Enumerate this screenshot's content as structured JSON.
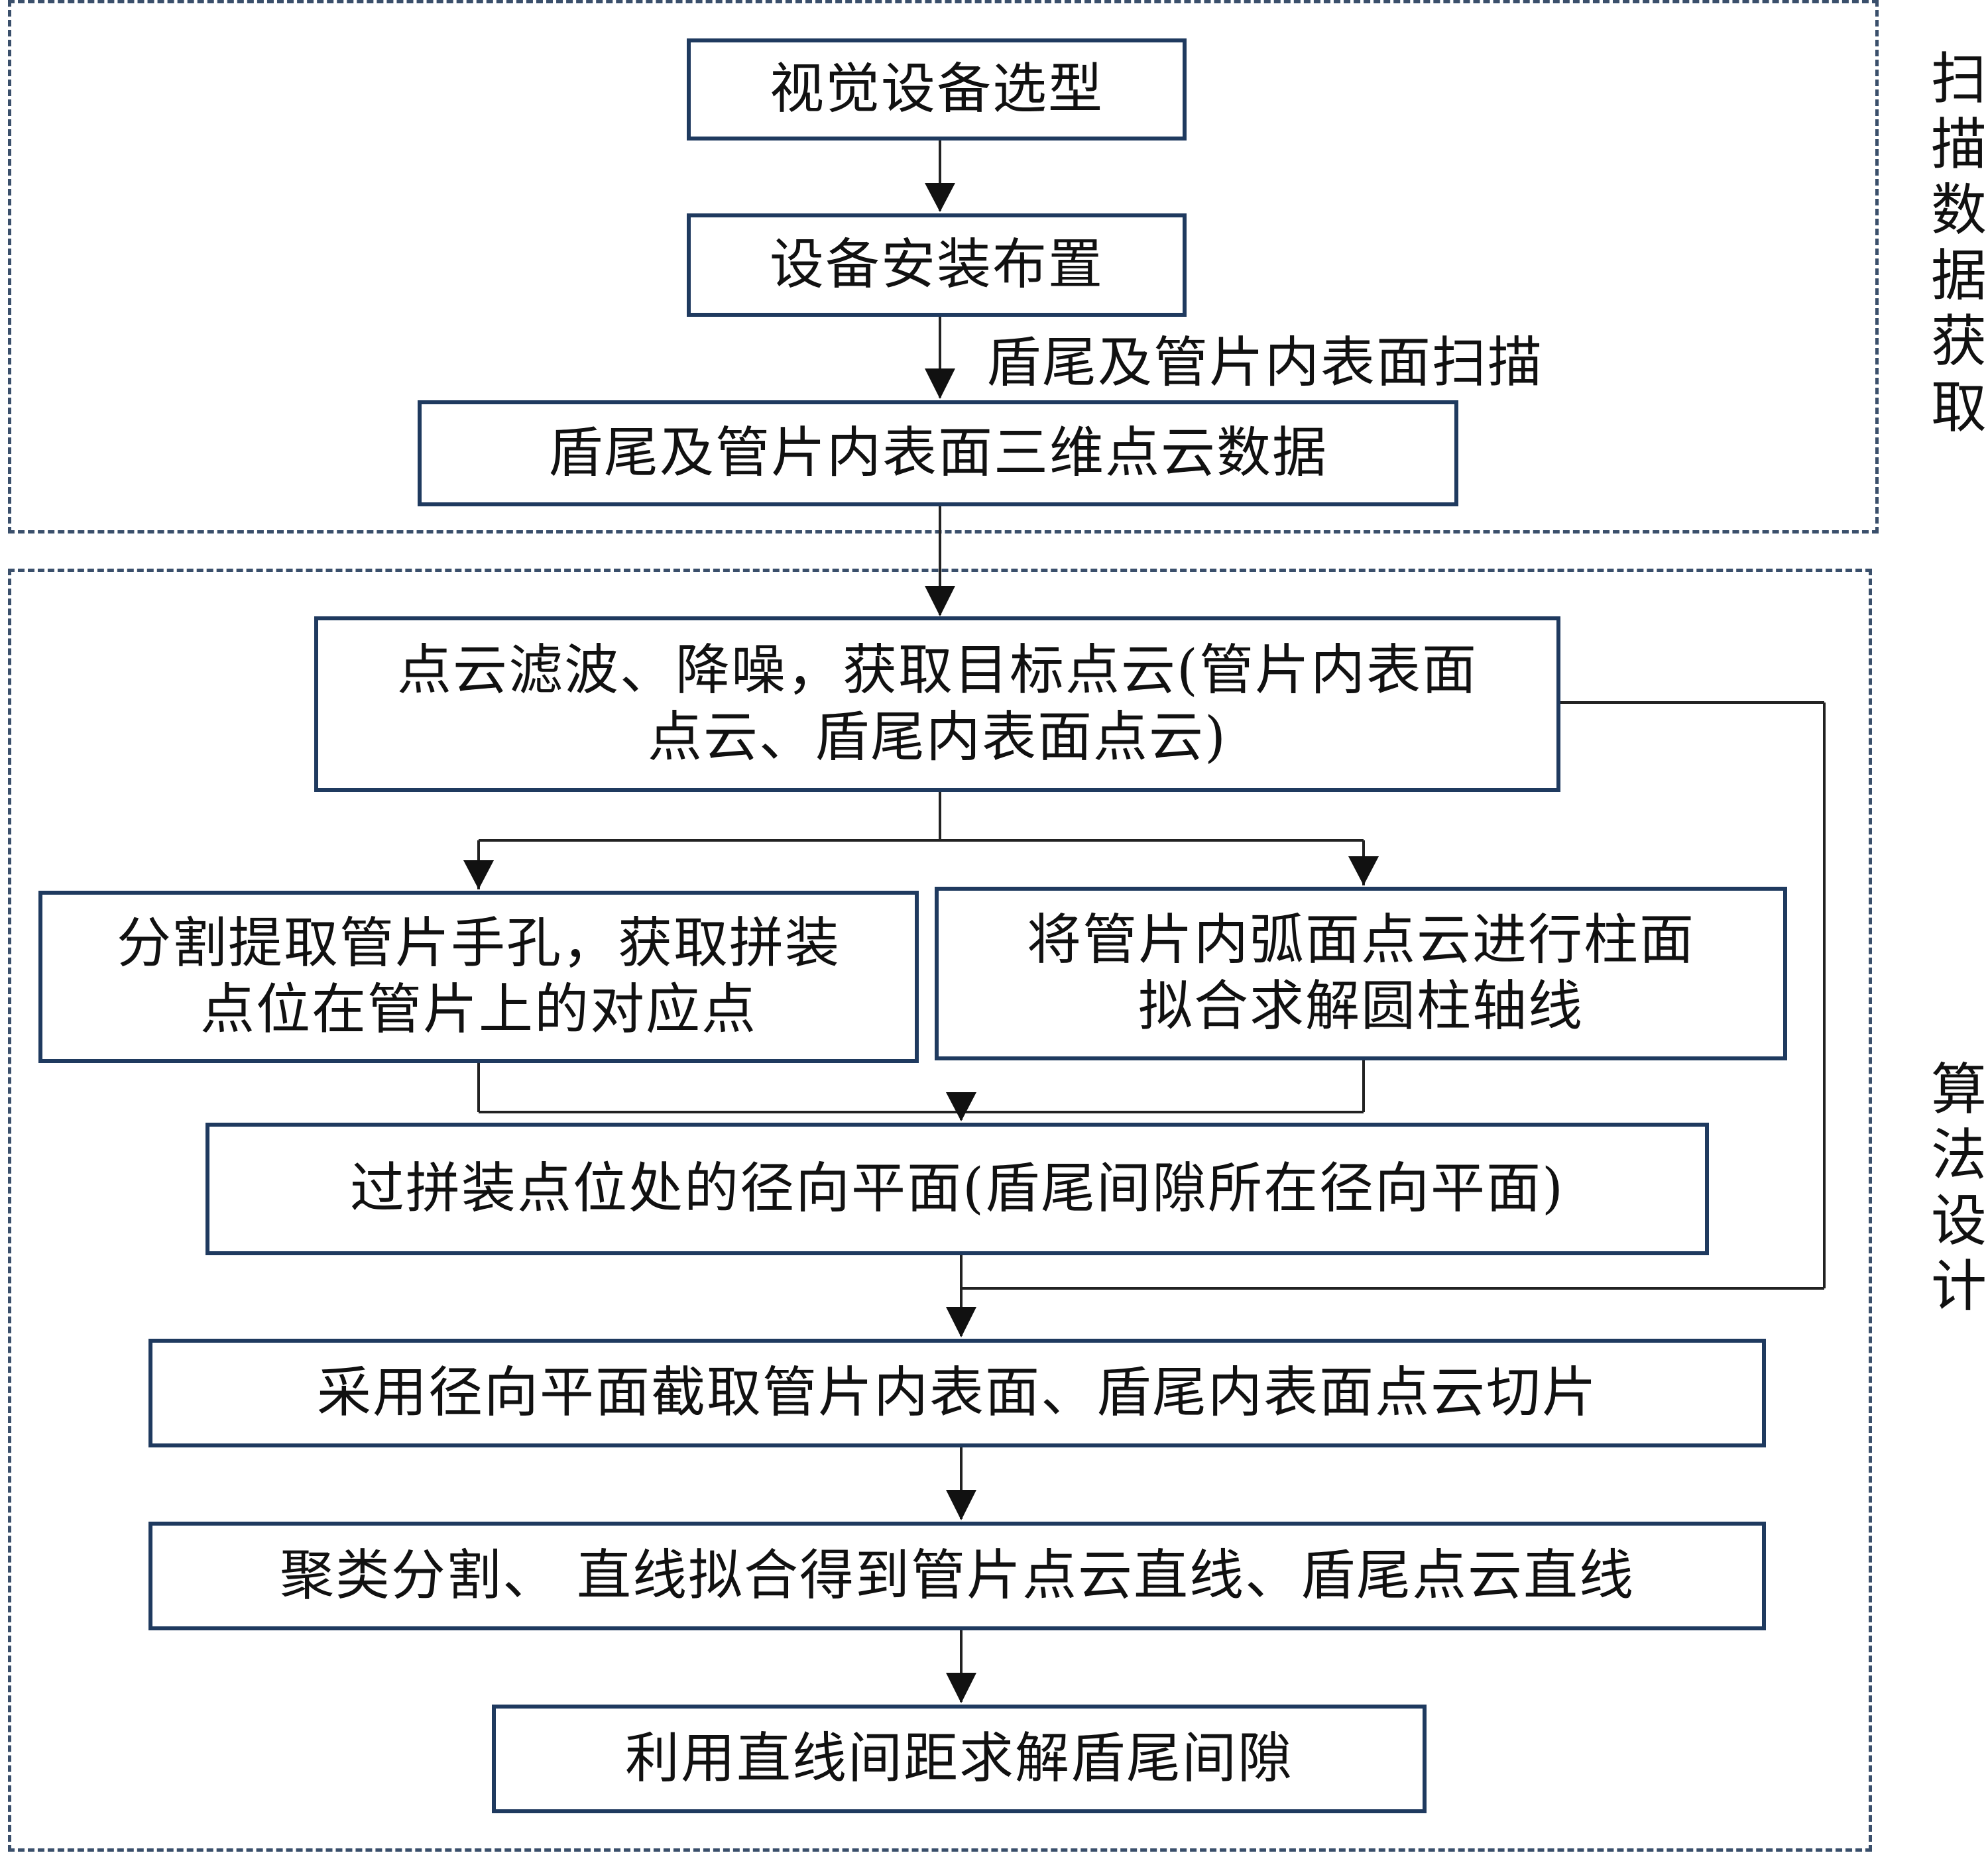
{
  "regions": {
    "acquisition_label": "扫描数据获取",
    "algorithm_label": "算法设计"
  },
  "nodes": {
    "n1": "视觉设备选型",
    "n2": "设备安装布置",
    "n3": "盾尾及管片内表面三维点云数据",
    "n4": "点云滤波、降噪，获取目标点云(管片内表面点云、盾尾内表面点云)",
    "n5": "分割提取管片手孔，获取拼装点位在管片上的对应点",
    "n6": "将管片内弧面点云进行柱面拟合求解圆柱轴线",
    "n7": "过拼装点位处的径向平面(盾尾间隙所在径向平面)",
    "n8": "采用径向平面截取管片内表面、盾尾内表面点云切片",
    "n9": "聚类分割、 直线拟合得到管片点云直线、盾尾点云直线",
    "n10": "利用直线间距求解盾尾间隙"
  },
  "edges": {
    "scan_label": "盾尾及管片内表面扫描"
  }
}
